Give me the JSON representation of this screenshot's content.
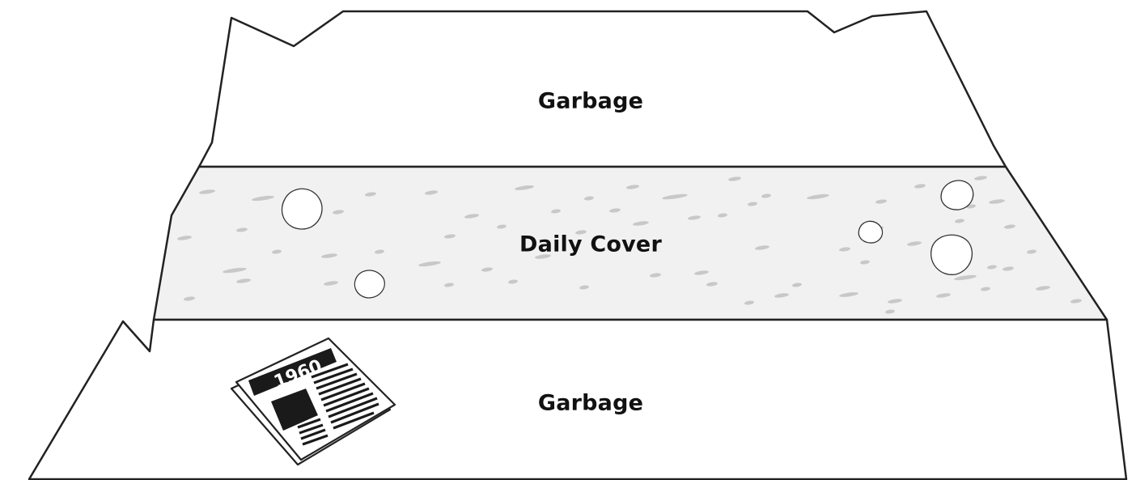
{
  "layers": {
    "top_label": "Garbage",
    "middle_label": "Daily Cover",
    "bottom_label": "Garbage"
  },
  "newspaper": {
    "year": "1960",
    "icon": "newspaper-icon"
  },
  "colors": {
    "outline": "#222222",
    "cover_fill": "#f1f1f1",
    "speckle": "#c8c8c8",
    "garbage_fill": "#ffffff"
  }
}
